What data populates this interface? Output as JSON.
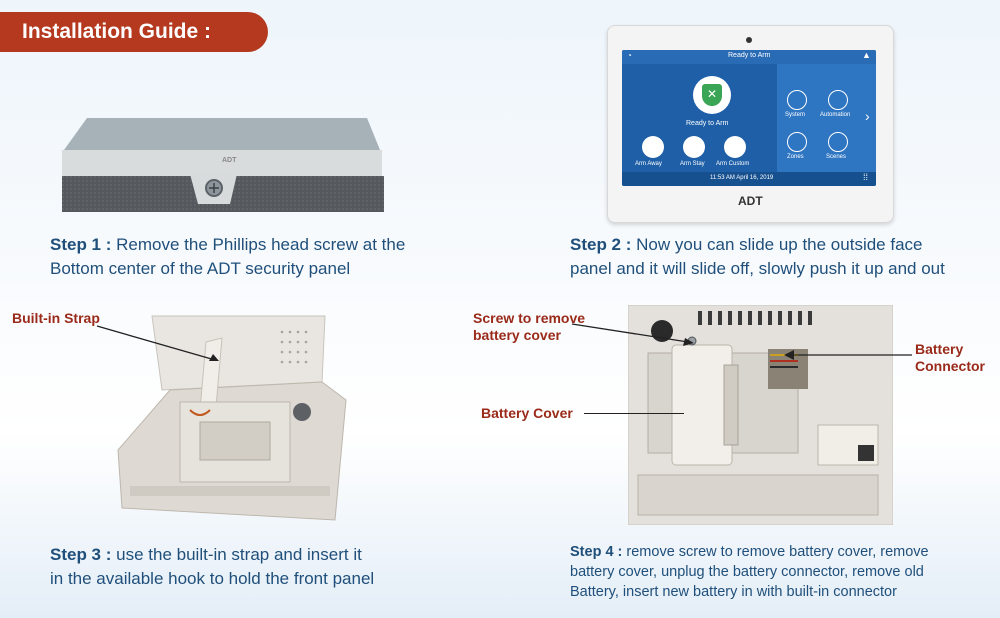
{
  "header": {
    "title": "Installation Guide :"
  },
  "steps": [
    {
      "label": "Step 1 :",
      "text_line1": "Remove the Phillips head screw at the",
      "text_line2": "Bottom center of the ADT security panel"
    },
    {
      "label": "Step 2 :",
      "text_line1": "Now you can slide up the outside face",
      "text_line2": "panel and it will slide off, slowly push it up and out"
    },
    {
      "label": "Step 3 :",
      "text_line1": "use the built-in strap and insert it",
      "text_line2": "in the available hook to hold the front panel"
    },
    {
      "label": "Step 4 :",
      "text_line1": "remove screw to remove battery cover, remove",
      "text_line2": "battery cover, unplug the battery connector, remove old",
      "text_line3": "Battery, insert new battery in with built-in connector"
    }
  ],
  "callouts": {
    "built_in_strap": "Built-in Strap",
    "screw_line1": "Screw to remove",
    "screw_line2": "battery cover",
    "battery_cover": "Battery Cover",
    "battery_line1": "Battery",
    "battery_line2": "Connector"
  },
  "panel_screen": {
    "status_title": "Ready to Arm",
    "center_label": "Ready to Arm",
    "buttons": [
      "Arm Away",
      "Arm Stay",
      "Arm Custom"
    ],
    "tiles": [
      "System",
      "Automation",
      "Zones",
      "Scenes"
    ],
    "timestamp": "11:53 AM April 16, 2019",
    "brand": "ADT"
  },
  "colors": {
    "accent": "#b5391f",
    "text": "#1f4f7a",
    "callout": "#9a2a1a",
    "screen": "#1e5fa8"
  }
}
